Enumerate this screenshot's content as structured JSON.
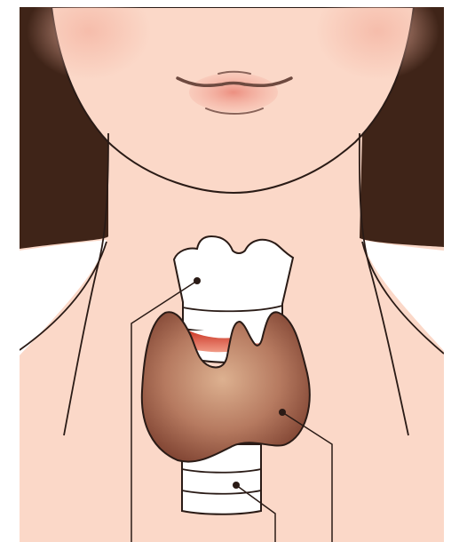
{
  "figure": {
    "subject": "thyroid-anatomy-illustration",
    "colors": {
      "hair": "#3f2418",
      "skin": "#fbd8c8",
      "skin_shadow": "#f6c2ad",
      "lips": "#ef9e90",
      "outline": "#2a1b16",
      "cartilage": "#ffffff",
      "thyroid_light": "#d9a78a",
      "thyroid_dark": "#8a4a37",
      "inflamed_red": "#d8432c"
    },
    "pointers": [
      {
        "target": "laryngeal-cartilage"
      },
      {
        "target": "thyroid-gland"
      },
      {
        "target": "trachea"
      }
    ]
  }
}
